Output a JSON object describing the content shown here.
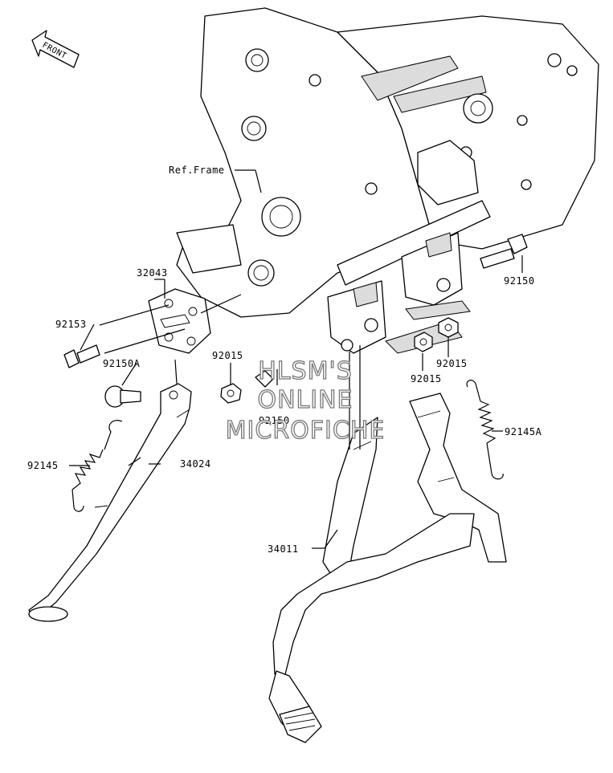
{
  "orientation": {
    "front_label": "FRONT"
  },
  "labels": {
    "ref_frame": "Ref.Frame",
    "p32043": "32043",
    "p92153": "92153",
    "p92150A": "92150A",
    "p92015_left": "92015",
    "p92150_center": "92150",
    "p92150_right": "92150",
    "p92015_right_a": "92015",
    "p92015_right_b": "92015",
    "p92145": "92145",
    "p34024": "34024",
    "p92145A": "92145A",
    "p34011": "34011"
  },
  "watermark": {
    "line1": "HLSM'S",
    "line2": "ONLINE",
    "line3": "MICROFICHE"
  }
}
